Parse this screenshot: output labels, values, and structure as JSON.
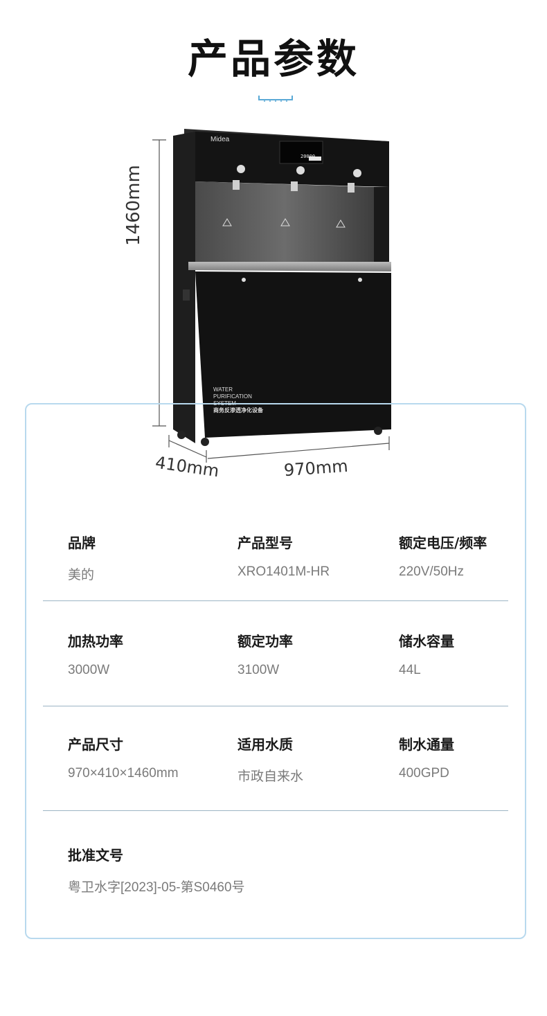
{
  "page": {
    "title": "产品参数"
  },
  "product": {
    "brand_logo": "Midea",
    "panel_text_line1": "WATER",
    "panel_text_line2": "PURIFICATION",
    "panel_text_line3": "SYSTEM",
    "panel_text_cn": "商务反渗透净化设备",
    "display_readout": "20000"
  },
  "dimensions": {
    "height": "1460mm",
    "depth": "410mm",
    "width": "970mm"
  },
  "specs": [
    [
      {
        "label": "品牌",
        "value": "美的"
      },
      {
        "label": "产品型号",
        "value": "XRO1401M-HR"
      },
      {
        "label": "额定电压/频率",
        "value": "220V/50Hz"
      }
    ],
    [
      {
        "label": "加热功率",
        "value": "3000W"
      },
      {
        "label": "额定功率",
        "value": "3100W"
      },
      {
        "label": "储水容量",
        "value": "44L"
      }
    ],
    [
      {
        "label": "产品尺寸",
        "value": "970×410×1460mm"
      },
      {
        "label": "适用水质",
        "value": "市政自来水"
      },
      {
        "label": "制水通量",
        "value": "400GPD"
      }
    ],
    [
      {
        "label": "批准文号",
        "value": "粤卫水字[2023]-05-第S0460号"
      }
    ]
  ],
  "colors": {
    "card_border": "#b8d9ee",
    "divider": "#9bb4c4",
    "title_deco": "#5aa9d6",
    "machine_body": "#141414"
  }
}
